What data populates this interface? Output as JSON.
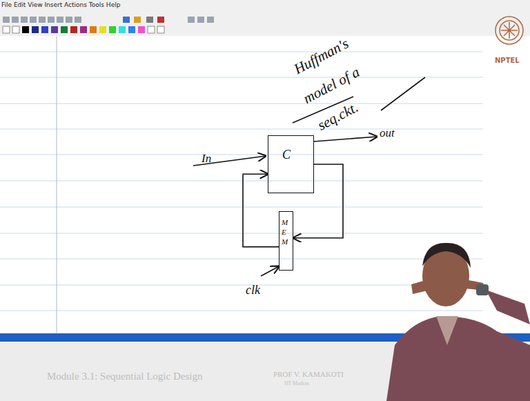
{
  "diagram": {
    "title": "Huffman's model of a seq.ckt.",
    "nodes": [
      {
        "text": [
          "C"
        ]
      },
      {
        "text": [
          "MEM"
        ]
      }
    ],
    "edges": [
      {
        "from": 0,
        "to": 1,
        "arrow": "to"
      },
      {
        "from": 1,
        "to": 0,
        "arrow": "to"
      }
    ],
    "labels": [
      "File Edit View Insert Actions Tools Help",
      "In",
      "out",
      "clk",
      "NPTEL",
      "Module 3.1: Sequential Logic Design",
      "PROF V. KAMAKOTI",
      "IIT Madras"
    ]
  }
}
